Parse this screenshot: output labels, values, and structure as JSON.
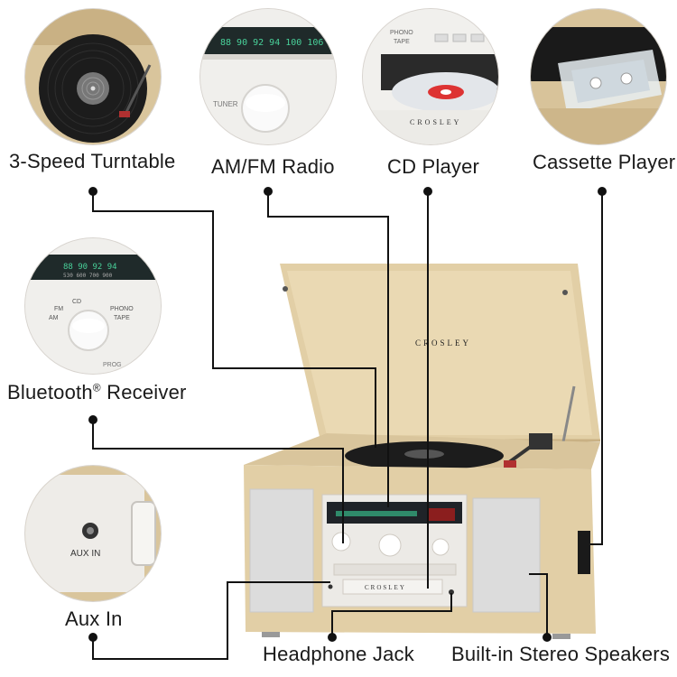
{
  "features": {
    "turntable": "3-Speed Turntable",
    "radio": "AM/FM Radio",
    "cd": "CD Player",
    "cassette": "Cassette Player",
    "bluetooth": "Bluetooth",
    "bluetooth_mark": "®",
    "bluetooth_suffix": " Receiver",
    "aux": "Aux In",
    "headphone": "Headphone Jack",
    "speakers": "Built-in Stereo Speakers"
  },
  "thumb_text": {
    "radio_scale": "88  90  92  94  100  106",
    "tuner": "TUNER",
    "phono": "PHONO",
    "tape": "TAPE",
    "brand": "CROSLEY",
    "bt_scale": "88  90  92  94",
    "bt_scale_lower": "530  600  700  900",
    "bt_cd": "CD",
    "bt_fm": "FM",
    "bt_am": "AM",
    "bt_phono": "PHONO",
    "bt_tape": "TAPE",
    "bt_prog": "PROG",
    "aux_in": "AUX IN"
  },
  "device": {
    "lid_brand": "CROSLEY",
    "panel_brand": "CROSLEY"
  },
  "colors": {
    "wood": "#e2cfa6",
    "wood_dark": "#c9b184",
    "panel": "#eceae6",
    "speaker": "#dcdcdc",
    "line": "#111111"
  }
}
